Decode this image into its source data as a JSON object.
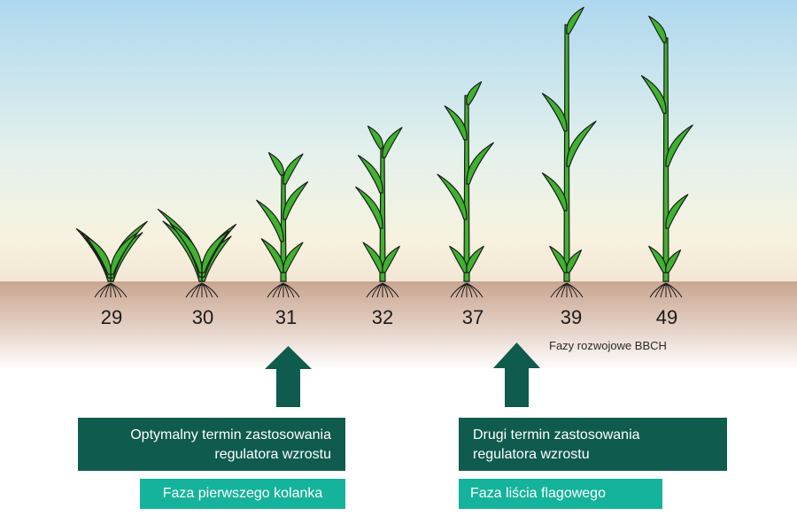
{
  "stages": [
    "29",
    "30",
    "31",
    "32",
    "37",
    "39",
    "49"
  ],
  "caption": "Fazy rozwojowe BBCH",
  "first_application": {
    "title_lines": [
      "Optymalny termin zastosowania",
      "regulatora wzrostu"
    ],
    "phase": "Faza pierwszego kolanka"
  },
  "second_application": {
    "title_lines": [
      "Drugi termin zastosowania",
      "regulatora wzrostu"
    ],
    "phase": "Faza liścia flagowego"
  },
  "colors": {
    "sky_top": "#aed8ef",
    "soil": "#c9a590",
    "leaf": "#3fb22f",
    "outline": "#1a1a1a",
    "dark_box": "#0f5b4e",
    "light_box": "#15b39b"
  }
}
